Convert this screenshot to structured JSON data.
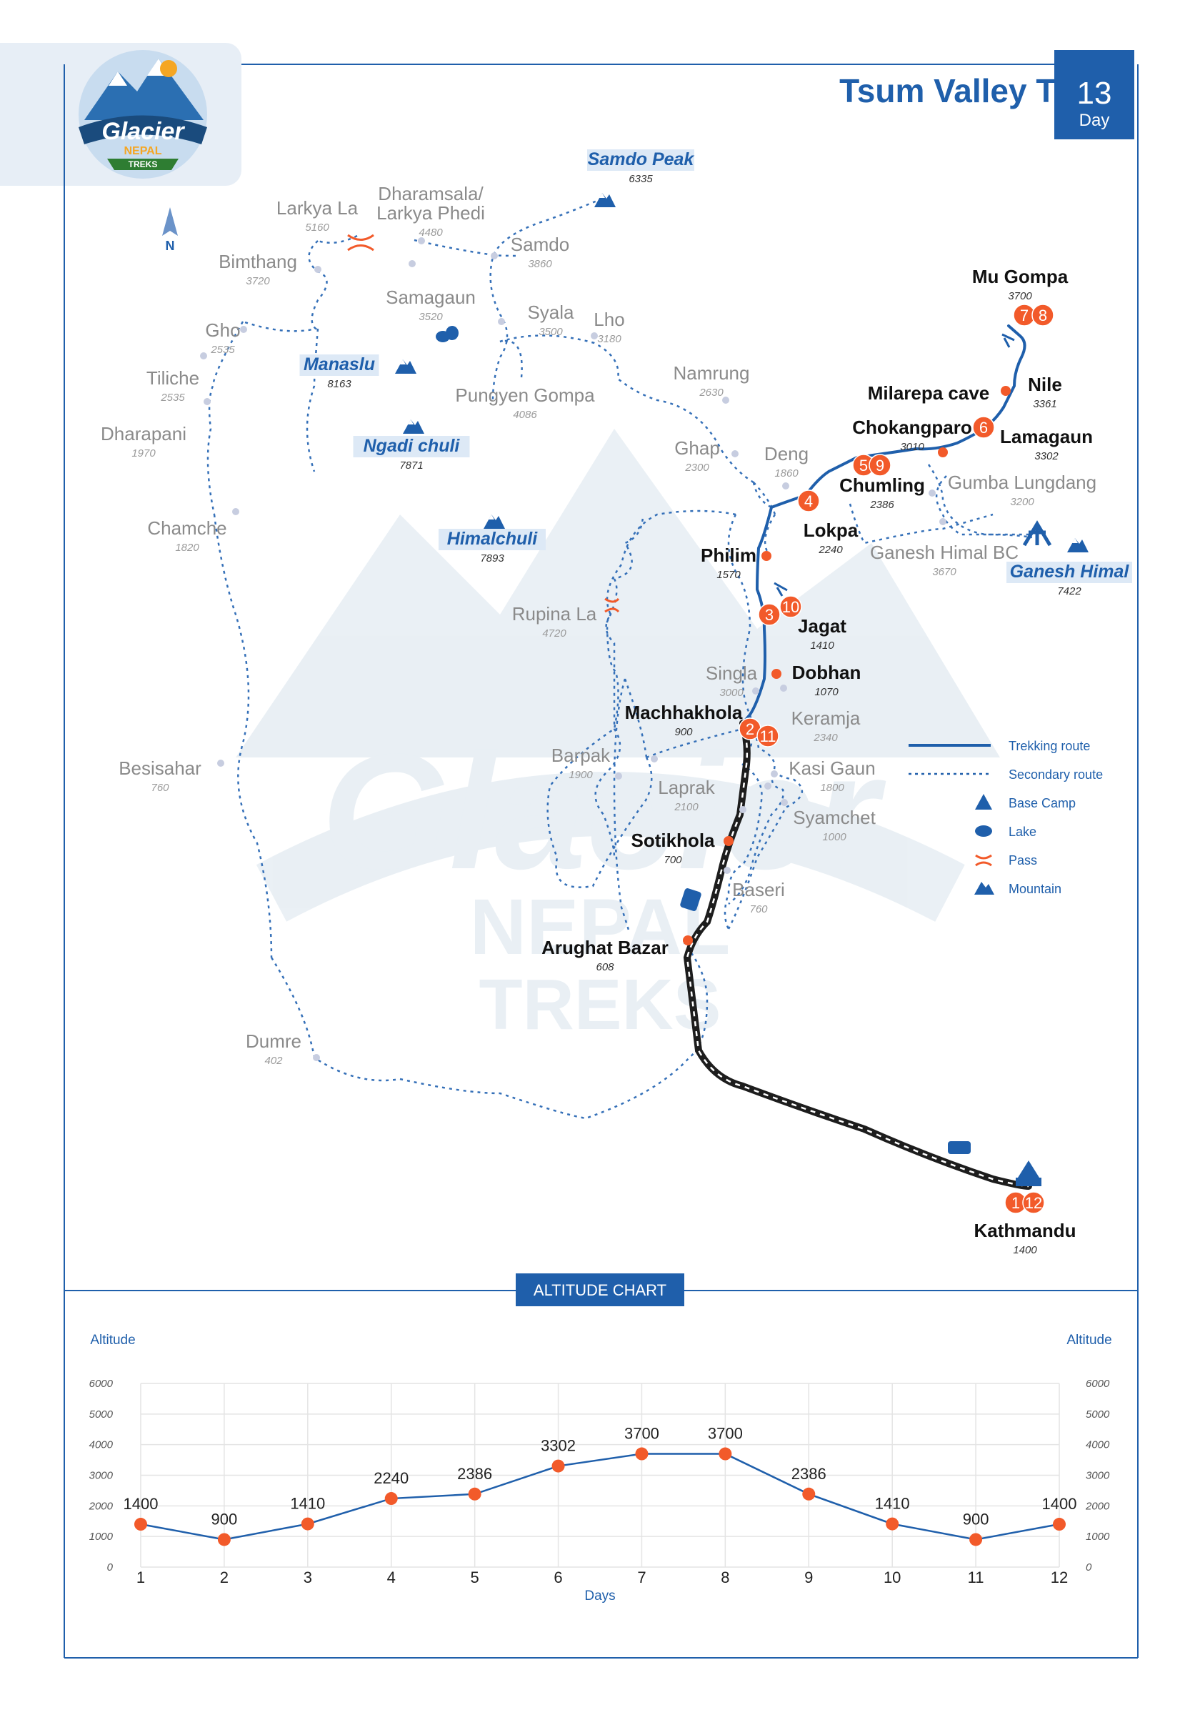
{
  "brand": {
    "line1": "Glacier",
    "line2": "NEPAL",
    "line3": "TREKS"
  },
  "header": {
    "title": "Tsum Valley Trek",
    "days_number": "13",
    "days_label": "Day"
  },
  "compass": "N",
  "colors": {
    "primary": "#1f5fab",
    "accent": "#f25a2a",
    "secondary_dots": "#c7cde0"
  },
  "mountains": [
    {
      "name": "Samdo Peak",
      "alt": "6335"
    },
    {
      "name": "Manaslu",
      "alt": "8163"
    },
    {
      "name": "Ngadi chuli",
      "alt": "7871"
    },
    {
      "name": "Himalchuli",
      "alt": "7893"
    },
    {
      "name": "Ganesh Himal",
      "alt": "7422"
    }
  ],
  "places": [
    {
      "name": "Larkya La",
      "alt": "5160",
      "style": "grey"
    },
    {
      "name": "Dharamsala/",
      "name2": "Larkya Phedi",
      "alt": "4480",
      "style": "grey"
    },
    {
      "name": "Samdo",
      "alt": "3860",
      "style": "grey"
    },
    {
      "name": "Bimthang",
      "alt": "3720",
      "style": "grey"
    },
    {
      "name": "Samagaun",
      "alt": "3520",
      "style": "grey"
    },
    {
      "name": "Syala",
      "alt": "3500",
      "style": "grey"
    },
    {
      "name": "Lho",
      "alt": "3180",
      "style": "grey"
    },
    {
      "name": "Gho",
      "alt": "2535",
      "style": "grey"
    },
    {
      "name": "Tiliche",
      "alt": "2535",
      "style": "grey"
    },
    {
      "name": "Pungyen Gompa",
      "alt": "4086",
      "style": "grey"
    },
    {
      "name": "Namrung",
      "alt": "2630",
      "style": "grey"
    },
    {
      "name": "Dharapani",
      "alt": "1970",
      "style": "grey"
    },
    {
      "name": "Ghap",
      "alt": "2300",
      "style": "grey"
    },
    {
      "name": "Deng",
      "alt": "1860",
      "style": "grey"
    },
    {
      "name": "Gumba Lungdang",
      "alt": "3200",
      "style": "grey"
    },
    {
      "name": "Chamche",
      "alt": "1820",
      "style": "grey"
    },
    {
      "name": "Ganesh Himal BC",
      "alt": "3670",
      "style": "grey"
    },
    {
      "name": "Rupina La",
      "alt": "4720",
      "style": "grey"
    },
    {
      "name": "Singla",
      "alt": "3000",
      "style": "grey"
    },
    {
      "name": "Keramja",
      "alt": "2340",
      "style": "grey"
    },
    {
      "name": "Barpak",
      "alt": "1900",
      "style": "grey"
    },
    {
      "name": "Besisahar",
      "alt": "760",
      "style": "grey"
    },
    {
      "name": "Kasi Gaun",
      "alt": "1800",
      "style": "grey"
    },
    {
      "name": "Laprak",
      "alt": "2100",
      "style": "grey"
    },
    {
      "name": "Syamchet",
      "alt": "1000",
      "style": "grey"
    },
    {
      "name": "Baseri",
      "alt": "760",
      "style": "grey"
    },
    {
      "name": "Dumre",
      "alt": "402",
      "style": "grey"
    },
    {
      "name": "Mu Gompa",
      "alt": "3700",
      "style": "main"
    },
    {
      "name": "Nile",
      "alt": "3361",
      "style": "main"
    },
    {
      "name": "Milarepa cave",
      "alt": "",
      "style": "main"
    },
    {
      "name": "Chokangparo",
      "alt": "3010",
      "style": "main"
    },
    {
      "name": "Lamagaun",
      "alt": "3302",
      "style": "main"
    },
    {
      "name": "Chumling",
      "alt": "2386",
      "style": "main"
    },
    {
      "name": "Lokpa",
      "alt": "2240",
      "style": "main"
    },
    {
      "name": "Philim",
      "alt": "1570",
      "style": "main"
    },
    {
      "name": "Jagat",
      "alt": "1410",
      "style": "main"
    },
    {
      "name": "Dobhan",
      "alt": "1070",
      "style": "main"
    },
    {
      "name": "Machhakhola",
      "alt": "900",
      "style": "main"
    },
    {
      "name": "Sotikhola",
      "alt": "700",
      "style": "main"
    },
    {
      "name": "Arughat Bazar",
      "alt": "608",
      "style": "main"
    },
    {
      "name": "Kathmandu",
      "alt": "1400",
      "style": "main"
    }
  ],
  "day_markers": [
    "1",
    "2",
    "3",
    "4",
    "5",
    "6",
    "7",
    "8",
    "9",
    "10",
    "11",
    "12"
  ],
  "legend": [
    {
      "label": "Trekking route",
      "icon": "solid-line"
    },
    {
      "label": "Secondary route",
      "icon": "dashed-line"
    },
    {
      "label": "Base Camp",
      "icon": "tent-icon"
    },
    {
      "label": "Lake",
      "icon": "lake-icon"
    },
    {
      "label": "Pass",
      "icon": "pass-icon"
    },
    {
      "label": "Mountain",
      "icon": "mountain-icon"
    }
  ],
  "altitude_chart": {
    "title": "ALTITUDE CHART"
  },
  "chart_data": {
    "type": "line",
    "title": "ALTITUDE CHART",
    "xlabel": "Days",
    "ylabel": "Altitude",
    "x": [
      1,
      2,
      3,
      4,
      5,
      6,
      7,
      8,
      9,
      10,
      11,
      12
    ],
    "values": [
      1400,
      900,
      1410,
      2240,
      2386,
      3302,
      3700,
      3700,
      2386,
      1410,
      900,
      1400
    ],
    "yticks": [
      0,
      1000,
      2000,
      3000,
      4000,
      5000,
      6000
    ],
    "ylim": [
      0,
      6000
    ],
    "grid": true,
    "data_labels": true,
    "secondary_ylabel": "Altitude"
  }
}
